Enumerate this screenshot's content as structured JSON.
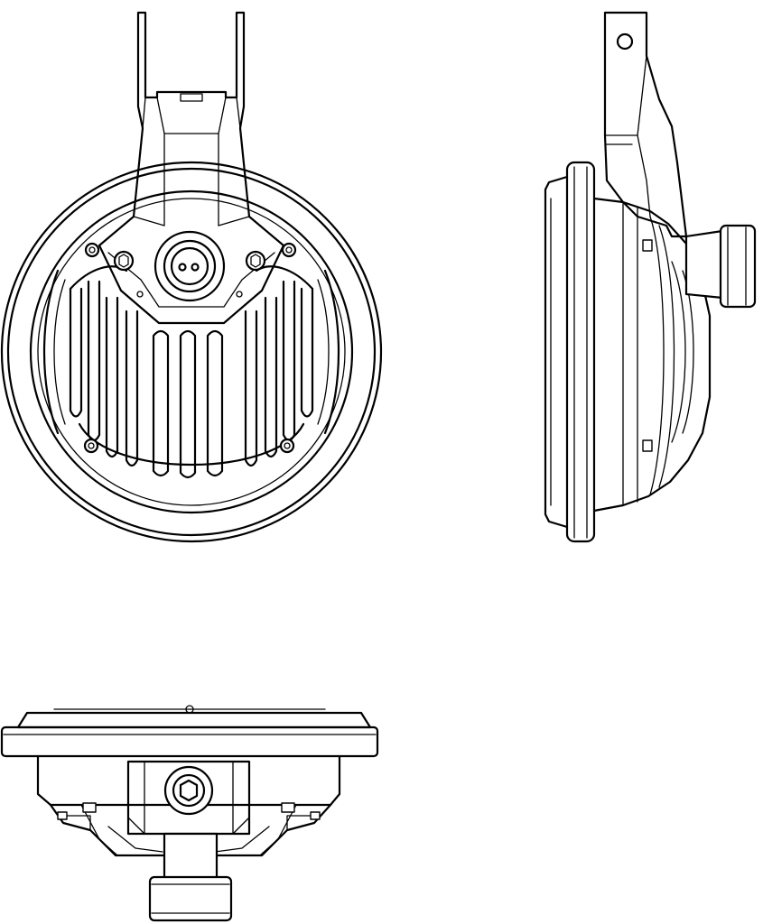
{
  "drawing": {
    "subject": "round-headlamp-with-mounting-bracket",
    "views": [
      "front-view",
      "side-view",
      "bottom-view"
    ],
    "line_color": "#000000",
    "background_color": "#ffffff"
  }
}
